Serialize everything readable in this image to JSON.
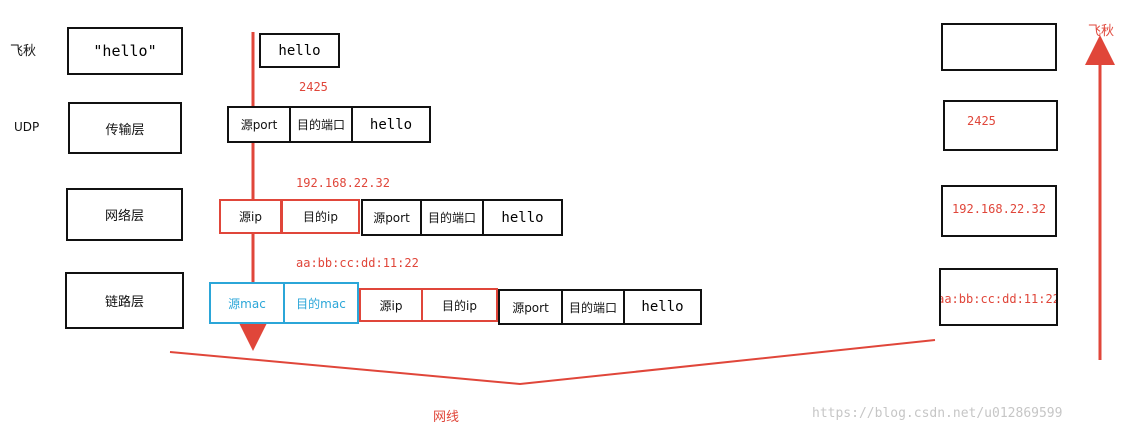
{
  "labels": {
    "app": "飞秋",
    "udp": "UDP"
  },
  "layers": {
    "app": "\"hello\"",
    "transport": "传输层",
    "network": "网络层",
    "link": "链路层"
  },
  "packets": {
    "app": [
      "hello"
    ],
    "transport": [
      "源port",
      "目的端口",
      "hello"
    ],
    "network": [
      "源ip",
      "目的ip",
      "源port",
      "目的端口",
      "hello"
    ],
    "link": [
      "源mac",
      "目的mac",
      "源ip",
      "目的ip",
      "源port",
      "目的端口",
      "hello"
    ]
  },
  "annotations": {
    "port": "2425",
    "ip": "192.168.22.32",
    "mac": "aa:bb:cc:dd:11:22"
  },
  "receiver": {
    "port": "2425",
    "ip": "192.168.22.32",
    "mac": "aa:bb:cc:dd:11:22",
    "app": "飞秋"
  },
  "cable_label": "网线",
  "watermark": "https://blog.csdn.net/u012869599",
  "colors": {
    "red": "#e0463a",
    "blue": "#2ba6d8",
    "black": "#111111"
  }
}
